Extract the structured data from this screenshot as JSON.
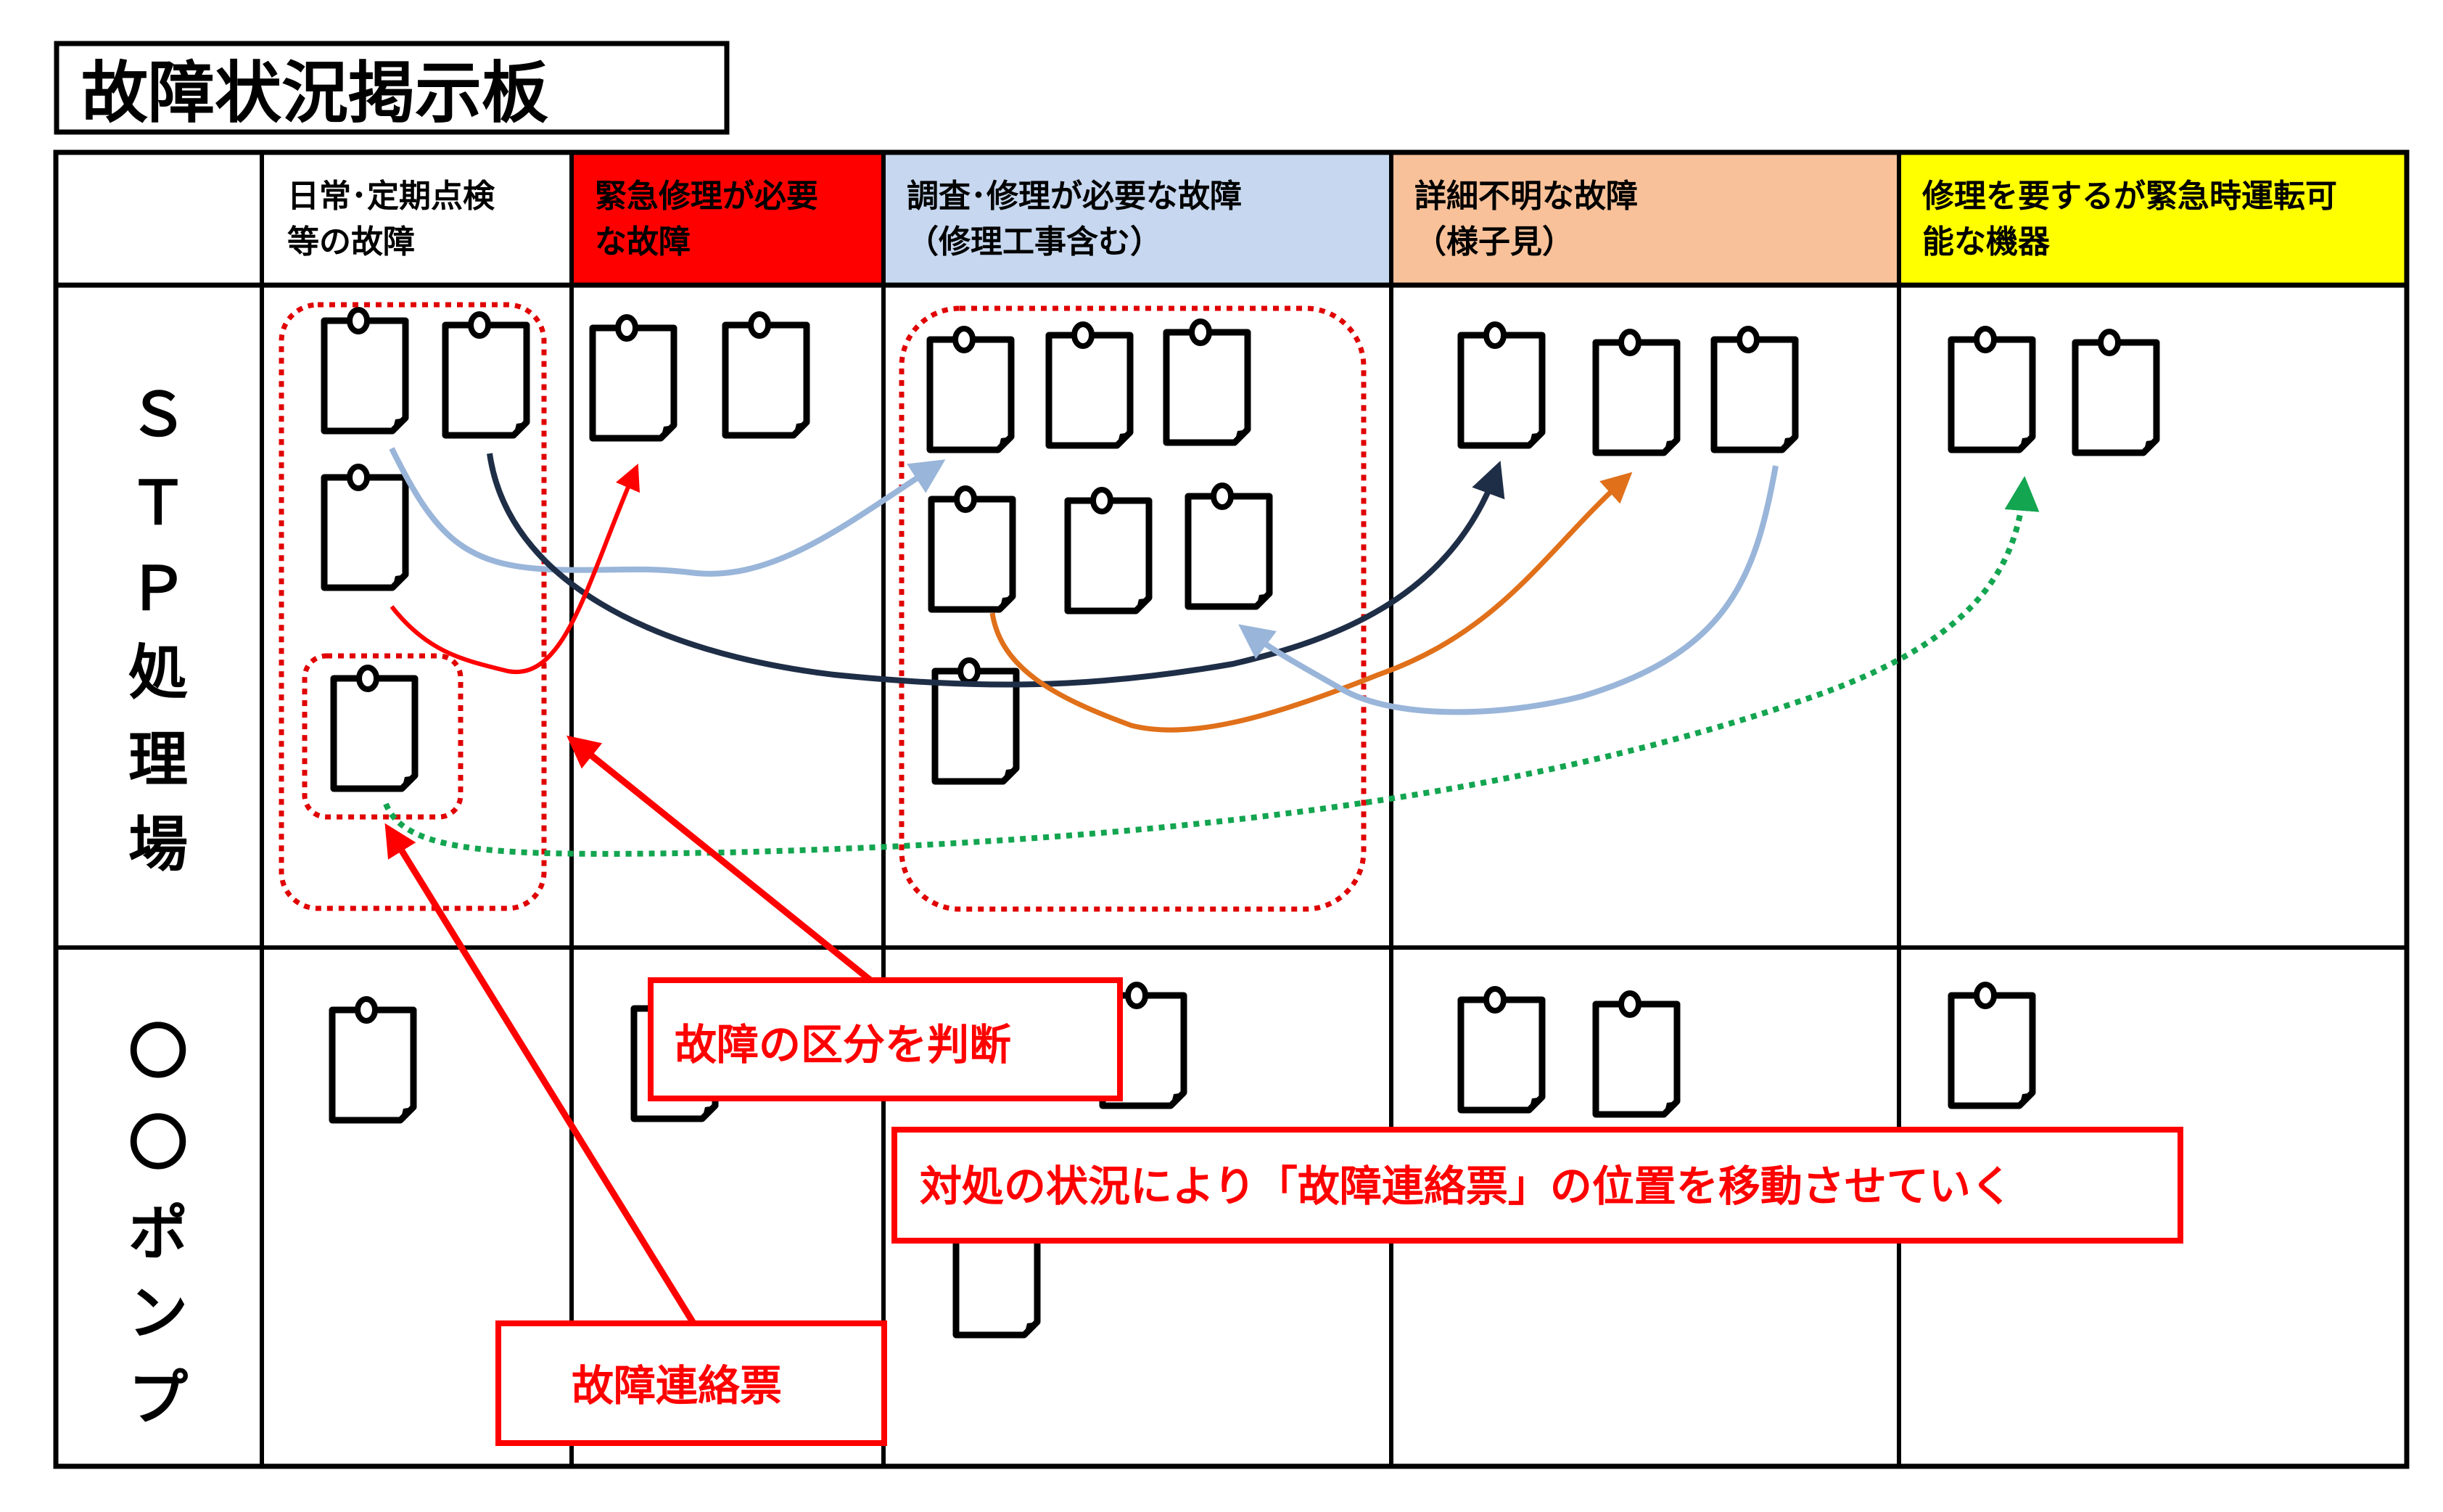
{
  "title": "故障状況掲示板",
  "colors": {
    "header_white": "#FFFFFF",
    "header_red": "#FF0000",
    "header_blue": "#C6D7EF",
    "header_orange": "#F8C199",
    "header_yellow": "#FFFF00",
    "callout_red": "#FF0000",
    "group_dotted_red": "#E00000",
    "arrow_lightblue": "#99B5D9",
    "arrow_navy": "#1F2E47",
    "arrow_orange": "#E0701A",
    "arrow_green_dotted": "#13A550"
  },
  "columns": [
    {
      "line1": "日常･定期点検",
      "line2": "等の故障",
      "color_key": "header_white",
      "text_color": "#000000"
    },
    {
      "line1": "緊急修理が必要",
      "line2": "な故障",
      "color_key": "header_red",
      "text_color": "#000000"
    },
    {
      "line1": "調査･修理が必要な故障",
      "line2": "（修理工事含む）",
      "color_key": "header_blue",
      "text_color": "#000000"
    },
    {
      "line1": "詳細不明な故障",
      "line2": "（様子見）",
      "color_key": "header_orange",
      "text_color": "#000000"
    },
    {
      "line1": "修理を要するが緊急時運転可",
      "line2": "能な機器",
      "color_key": "header_yellow",
      "text_color": "#000000"
    }
  ],
  "rows": [
    {
      "label_chars": [
        "Ｓ",
        "Ｔ",
        "Ｐ",
        "処",
        "理",
        "場"
      ]
    },
    {
      "label_chars": [
        "〇",
        "〇",
        "ポ",
        "ン",
        "プ"
      ]
    }
  ],
  "notes": {
    "row1": {
      "col1": 4,
      "col2": 2,
      "col3": 7,
      "col4": 3,
      "col5": 2
    },
    "row2": {
      "col1": 1,
      "col2": 1,
      "col3": 2,
      "col4": 2,
      "col5": 1
    }
  },
  "callouts": {
    "judge": "故障の区分を判断",
    "move": "対処の状況により「故障連絡票」の位置を移動させていく",
    "ticket": "故障連絡票"
  },
  "arrows": [
    {
      "from": "日常･定期点検等の故障",
      "to": "緊急修理が必要な故障",
      "color_key": "header_red",
      "style": "solid"
    },
    {
      "from": "日常･定期点検等の故障",
      "to": "調査･修理が必要な故障",
      "color_key": "arrow_lightblue",
      "style": "solid"
    },
    {
      "from": "日常･定期点検等の故障",
      "to": "詳細不明な故障",
      "color_key": "arrow_navy",
      "style": "solid"
    },
    {
      "from": "調査･修理が必要な故障",
      "to": "詳細不明な故障",
      "color_key": "arrow_orange",
      "style": "solid"
    },
    {
      "from": "詳細不明な故障",
      "to": "調査･修理が必要な故障",
      "color_key": "arrow_lightblue",
      "style": "solid"
    },
    {
      "from": "日常･定期点検等の故障",
      "to": "修理を要するが緊急時運転可能な機器",
      "color_key": "arrow_green_dotted",
      "style": "dotted"
    }
  ]
}
